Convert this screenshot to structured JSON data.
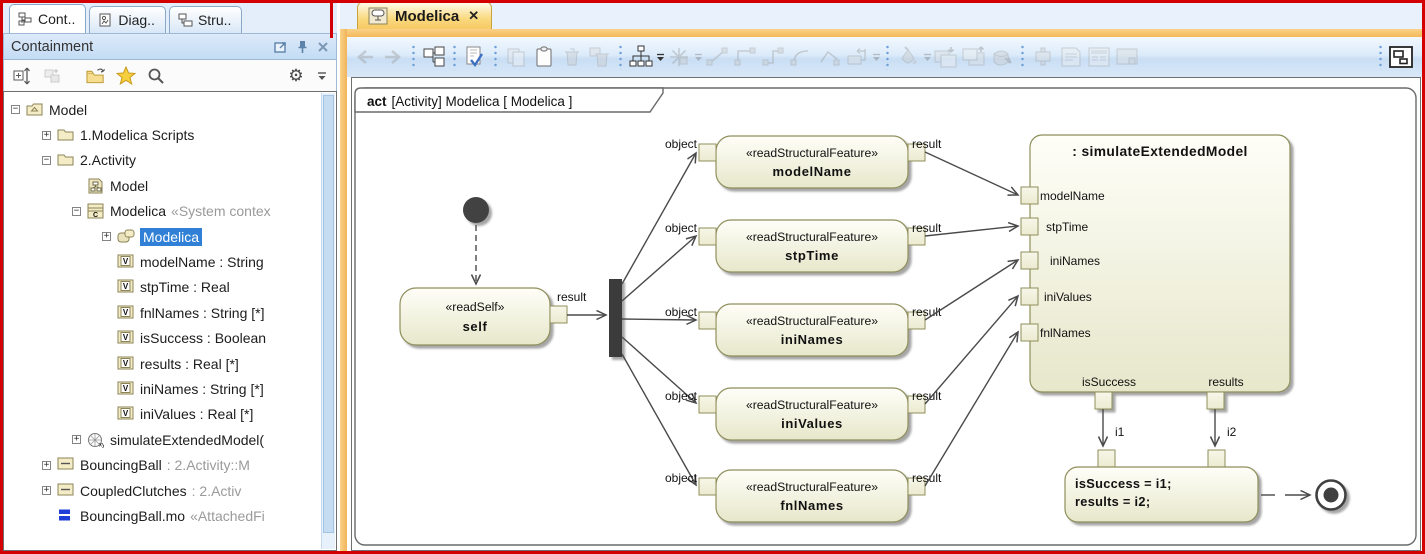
{
  "window": {
    "left_tabs": [
      {
        "label": "Cont.."
      },
      {
        "label": "Diag.."
      },
      {
        "label": "Stru.."
      }
    ]
  },
  "containment": {
    "title": "Containment",
    "header_icons": [
      "float-window-icon",
      "pin-icon",
      "close-icon"
    ],
    "toolbar_icons": [
      "collapse-all-icon",
      "link-with-diagram-icon",
      "open-folder-icon",
      "favorites-star-icon",
      "search-icon",
      "settings-gear-icon",
      "settings-caret-icon"
    ],
    "gear_glyph": "⚙",
    "tree": [
      {
        "label": "Model",
        "expander": "−",
        "icon": "package"
      },
      {
        "label": "1.Modelica Scripts",
        "expander": "+",
        "icon": "folder"
      },
      {
        "label": "2.Activity",
        "expander": "−",
        "icon": "folder"
      },
      {
        "label": "Model",
        "icon": "activity-diagram"
      },
      {
        "label": "Modelica",
        "suffix": "«System contex",
        "expander": "−",
        "icon": "class"
      },
      {
        "label": "Modelica",
        "expander": "+",
        "icon": "activity",
        "selected": true
      },
      {
        "label": "modelName : String",
        "icon": "value-property"
      },
      {
        "label": "stpTime : Real",
        "icon": "value-property"
      },
      {
        "label": "fnlNames : String [*]",
        "icon": "value-property"
      },
      {
        "label": "isSuccess : Boolean",
        "icon": "value-property"
      },
      {
        "label": "results : Real [*]",
        "icon": "value-property"
      },
      {
        "label": "iniNames : String [*]",
        "icon": "value-property"
      },
      {
        "label": "iniValues : Real [*]",
        "icon": "value-property"
      },
      {
        "label": "simulateExtendedModel(",
        "expander": "+",
        "icon": "function-behavior"
      },
      {
        "label": "BouncingBall",
        "suffix": ": 2.Activity::M",
        "expander": "+",
        "icon": "instance"
      },
      {
        "label": "CoupledClutches",
        "suffix": ": 2.Activ",
        "expander": "+",
        "icon": "instance"
      },
      {
        "label": "BouncingBall.mo",
        "suffix": "«AttachedFi",
        "icon": "attached-file"
      }
    ]
  },
  "diagram_window": {
    "tab": {
      "label": "Modelica",
      "close": "✕"
    },
    "toolbar_icons": [
      "back",
      "forward",
      "show-containment",
      "check-diagram",
      "copy",
      "paste",
      "delete",
      "delete-from-model",
      "layout",
      "quick-layout",
      "line-style-diagonal",
      "line-style-rectilinear",
      "line-style-bent",
      "line-style-curved",
      "line-style-oblique",
      "rotate-flow",
      "fill-color",
      "to-front",
      "to-back",
      "format-painter",
      "pin-visibility",
      "note",
      "legend",
      "window",
      "diagram-frame"
    ]
  },
  "diagram": {
    "frame_header": {
      "keyword": "act",
      "text": "[Activity] Modelica [ Modelica ]"
    },
    "labels": {
      "object": "object",
      "result": "result"
    },
    "read_self": {
      "stereotype": "«readSelf»",
      "name": "self"
    },
    "rsf_stereotype": "«readStructuralFeature»",
    "rsf_actions": [
      {
        "name": "modelName"
      },
      {
        "name": "stpTime"
      },
      {
        "name": "iniNames"
      },
      {
        "name": "iniValues"
      },
      {
        "name": "fnlNames"
      }
    ],
    "call_action": {
      "name": ": simulateExtendedModel",
      "input_pins": [
        "modelName",
        "stpTime",
        "iniNames",
        "iniValues",
        "fnlNames"
      ],
      "output_pins": [
        "isSuccess",
        "results"
      ]
    },
    "flow_labels": {
      "i1": "i1",
      "i2": "i2"
    },
    "opaque_action": {
      "line1": "isSuccess = i1;",
      "line2": "results = i2;"
    }
  },
  "colors": {
    "selection_blue": "#2f80d6",
    "node_border": "#8f8f5c",
    "node_fill_top": "#fefef8",
    "node_fill_bottom": "#e7e7cb",
    "accent_orange": "#f5b85c",
    "annotation_red": "#d40000",
    "edge": "#4a4a4a"
  }
}
